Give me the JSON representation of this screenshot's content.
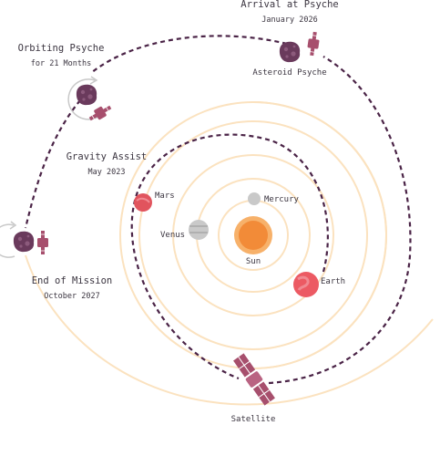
{
  "labels": {
    "arrival_title": "Arrival at Psyche",
    "arrival_date": "January 2026",
    "asteroid_name": "Asteroid Psyche",
    "orbiting_title": "Orbiting Psyche",
    "orbiting_duration": "for 21 Months",
    "gravity_title": "Gravity Assist",
    "gravity_date": "May 2023",
    "end_title": "End of Mission",
    "end_date": "October 2027",
    "satellite": "Satellite"
  },
  "bodies": {
    "sun": "Sun",
    "mercury": "Mercury",
    "venus": "Venus",
    "earth": "Earth",
    "mars": "Mars"
  },
  "colors": {
    "orbit_ring": "#fbe2bf",
    "trajectory": "#4a2346",
    "sun": "#f28b38",
    "mars": "#e1545d",
    "earth": "#ec5a63",
    "gray_planet": "#c9c9c9",
    "asteroid": "#6a3a5c",
    "spacecraft": "#a74f6d"
  }
}
